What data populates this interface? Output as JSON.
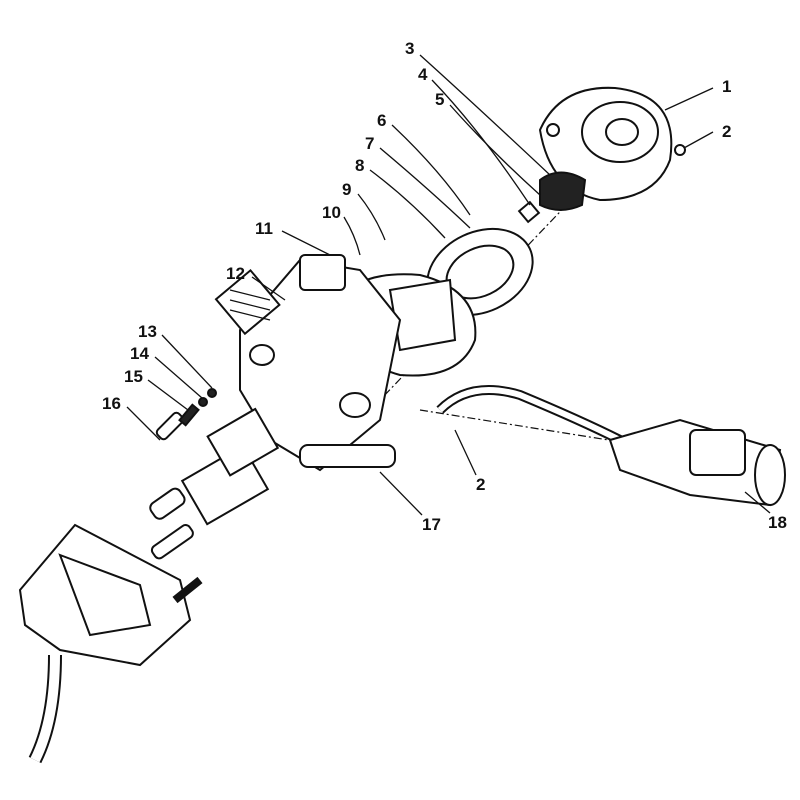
{
  "diagram": {
    "callouts": [
      {
        "id": "c1",
        "text": "1"
      },
      {
        "id": "c2a",
        "text": "2"
      },
      {
        "id": "c3",
        "text": "3"
      },
      {
        "id": "c4",
        "text": "4"
      },
      {
        "id": "c5",
        "text": "5"
      },
      {
        "id": "c6",
        "text": "6"
      },
      {
        "id": "c7",
        "text": "7"
      },
      {
        "id": "c8",
        "text": "8"
      },
      {
        "id": "c9",
        "text": "9"
      },
      {
        "id": "c10",
        "text": "10"
      },
      {
        "id": "c11",
        "text": "11"
      },
      {
        "id": "c12",
        "text": "12"
      },
      {
        "id": "c13",
        "text": "13"
      },
      {
        "id": "c14",
        "text": "14"
      },
      {
        "id": "c15",
        "text": "15"
      },
      {
        "id": "c16",
        "text": "16"
      },
      {
        "id": "c2b",
        "text": "2"
      },
      {
        "id": "c17",
        "text": "17"
      },
      {
        "id": "c18",
        "text": "18"
      }
    ]
  }
}
